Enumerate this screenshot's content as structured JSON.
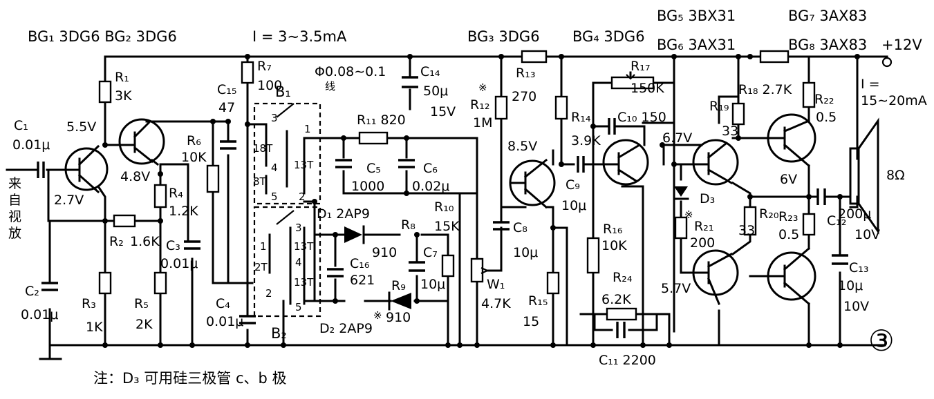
{
  "transistors": {
    "bg12": "BG₁ 3DG6   BG₂ 3DG6",
    "bg3": "BG₃ 3DG6",
    "bg4": "BG₄ 3DG6",
    "bg5": "BG₅ 3BX31",
    "bg6": "BG₆ 3AX31",
    "bg7": "BG₇ 3AX83",
    "bg8": "BG₈ 3AX83"
  },
  "currents": {
    "input": "I = 3∼3.5mA",
    "output_i": "I =",
    "output_val": "15∼20mA"
  },
  "wire_note": {
    "gauge": "Φ0.08∼0.1",
    "kind": "线"
  },
  "supply": "+12V",
  "input_source": "来自视放",
  "speaker": "8Ω",
  "figure_number": "③",
  "note": "注：D₃ 可用硅三极管 c、b 极",
  "voltages": {
    "v55": "5.5V",
    "v48": "4.8V",
    "v27": "2.7V",
    "v85": "8.5V",
    "v67": "6.7V",
    "v6": "6V",
    "v57": "5.7V"
  },
  "resistors": {
    "r1": "R₁",
    "r1v": "3K",
    "r2": "R₂",
    "r2v": "1.6K",
    "r3": "R₃",
    "r3v": "1K",
    "r4": "R₄",
    "r4v": "1.2K",
    "r5": "R₅",
    "r5v": "2K",
    "r6": "R₆",
    "r6v": "10K",
    "r7": "R₇",
    "r7v": "100",
    "r8": "R₈",
    "r8v": "910",
    "r9": "R₉",
    "r9v": "910",
    "r10": "R₁₀",
    "r10v": "15K",
    "r11": "R₁₁ 820",
    "r12": "R₁₂",
    "r12v": "1M",
    "r13": "R₁₃",
    "r13v": "270",
    "r14": "R₁₄",
    "r14v": "3.9K",
    "r15": "R₁₅",
    "r15v": "15",
    "r16": "R₁₆",
    "r16v": "10K",
    "r17": "R₁₇",
    "r17v": "150K",
    "r18": "R₁₈ 2.7K",
    "r19": "R₁₉",
    "r19v": "33",
    "r20": "R₂₀",
    "r20v": "33",
    "r21": "R₂₁",
    "r21v": "200",
    "r22": "R₂₂",
    "r22v": "0.5",
    "r23": "R₂₃",
    "r23v": "0.5",
    "r24": "R₂₄",
    "r24v": "6.2K",
    "w1": "W₁",
    "w1v": "4.7K"
  },
  "capacitors": {
    "c1": "C₁",
    "c1v": "0.01μ",
    "c2": "C₂",
    "c2v": "0.01μ",
    "c3": "C₃",
    "c3v": "0.01μ",
    "c4": "C₄",
    "c4v": "0.01μ",
    "c5": "C₅",
    "c5v": "1000",
    "c6": "C₆",
    "c6v": "0.02μ",
    "c7": "C₇",
    "c7v": "10μ",
    "c8": "C₈",
    "c8v": "10μ",
    "c9": "C₉",
    "c9v": "10μ",
    "c10": "C₁₀ 150",
    "c11": "C₁₁ 2200",
    "c12": "C₁₂",
    "c12v": "200μ",
    "c12v2": "10V",
    "c13": "C₁₃",
    "c13v": "10μ",
    "c13v2": "10V",
    "c14": "C₁₄",
    "c14v": "50μ",
    "c14v2": "15V",
    "c15": "C₁₅",
    "c15v": "47",
    "c16": "C₁₆",
    "c16v": "621"
  },
  "diodes": {
    "d1": "D₁ 2AP9",
    "d2": "D₂ 2AP9",
    "d3": "D₃"
  },
  "transformers": {
    "b1": "B₁",
    "b2": "B₂",
    "t18": "18T",
    "t8": "8T",
    "t13a": "13T",
    "t13b": "13T",
    "t2": "2T",
    "t13c": "13T",
    "p3": "3",
    "p4": "4",
    "p5": "5",
    "p1": "1",
    "p2": "2",
    "q3": "3",
    "q1": "1",
    "q4": "4",
    "q2": "2",
    "q5": "5"
  },
  "marks": {
    "star": "※"
  }
}
